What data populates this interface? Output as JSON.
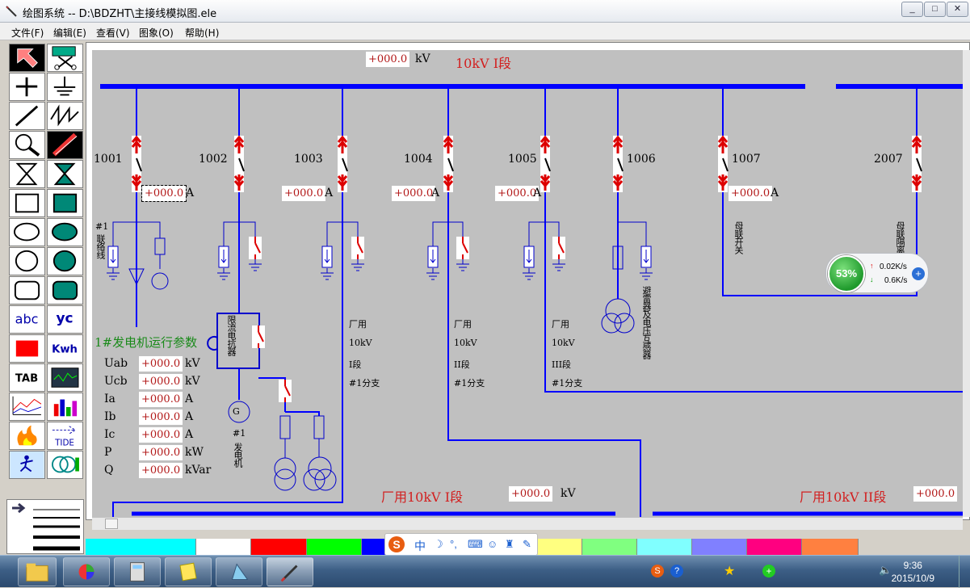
{
  "window": {
    "title": "绘图系统 -- D:\\BDZHT\\主接线模拟图.ele",
    "min": "_",
    "max": "□",
    "close": "✕"
  },
  "menu": [
    "文件(F)",
    "编辑(E)",
    "查看(V)",
    "图象(O)",
    "帮助(H)"
  ],
  "tools": [
    "pointer",
    "cut",
    "cross",
    "ground",
    "line",
    "zigzag",
    "zoom",
    "pen",
    "hourglass-outline",
    "hourglass-filled",
    "rect",
    "rect-filled",
    "ellipse",
    "ellipse-filled",
    "circle",
    "circle-filled",
    "rounded-rect",
    "rounded-rect-filled",
    "abc",
    "yc",
    "red-fill",
    "Kwh",
    "TAB",
    "scope",
    "trend",
    "bar-chart",
    "fire",
    "TIDE",
    "run",
    "transformer-set"
  ],
  "tool_text": {
    "abc": "abc",
    "yc": "yc",
    "kwh": "Kwh",
    "tab": "TAB",
    "tide": "TIDE"
  },
  "diagram": {
    "bus1": {
      "kv": "+000.0",
      "unit": "kV",
      "label": "10kV I段"
    },
    "bays": [
      {
        "id": "1001",
        "amp": "+000.0",
        "unit": "A",
        "line1": "#1",
        "line2": "联络线"
      },
      {
        "id": "1002",
        "amp": "+000.0",
        "unit": "A",
        "line1": "#1",
        "line2": "发电机"
      },
      {
        "id": "1003",
        "amp": "+000.0",
        "unit": "A",
        "l1": "厂用",
        "l2": "10kV",
        "l3": "I段",
        "l4": "#1分支"
      },
      {
        "id": "1004",
        "amp": "+000.0",
        "unit": "A",
        "l1": "厂用",
        "l2": "10kV",
        "l3": "II段",
        "l4": "#1分支"
      },
      {
        "id": "1005",
        "amp": "+000.0",
        "unit": "A",
        "l1": "厂用",
        "l2": "10kV",
        "l3": "III段",
        "l4": "#1分支"
      },
      {
        "id": "1006",
        "label": "避雷器及电压互感器"
      },
      {
        "id": "1007",
        "amp": "+000.0",
        "unit": "A",
        "label": "母联开关"
      },
      {
        "id": "2007",
        "label": "母联隔离"
      }
    ],
    "reactor_label": "限流电抗器",
    "gen_symbol": "G",
    "gen_params": {
      "title": "1#发电机运行参数",
      "rows": [
        {
          "name": "Uab",
          "value": "+000.0",
          "unit": "kV"
        },
        {
          "name": "Ucb",
          "value": "+000.0",
          "unit": "kV"
        },
        {
          "name": "Ia",
          "value": "+000.0",
          "unit": "A"
        },
        {
          "name": "Ib",
          "value": "+000.0",
          "unit": "A"
        },
        {
          "name": "Ic",
          "value": "+000.0",
          "unit": "A"
        },
        {
          "name": "P",
          "value": "+000.0",
          "unit": "kW"
        },
        {
          "name": "Q",
          "value": "+000.0",
          "unit": "kVar"
        }
      ]
    },
    "aux_bus1": {
      "label": "厂用10kV I段",
      "kv": "+000.0",
      "unit": "kV"
    },
    "aux_bus2": {
      "label": "厂用10kV II段",
      "kv": "+000.0"
    }
  },
  "net_widget": {
    "percent": "53%",
    "up": "0.02K/s",
    "down": "0.6K/s"
  },
  "ime": {
    "label": "中"
  },
  "palette": [
    "#00ffff",
    "#ffffff",
    "#ff0000",
    "#00ff00",
    "#0000ff",
    "#ff00ff",
    "#c0c0c0",
    "#ffff80",
    "#80ff80",
    "#80ffff",
    "#8080ff",
    "#ff0080",
    "#ff8040"
  ],
  "taskbar": {
    "time": "9:36",
    "date": "2015/10/9"
  },
  "colors": {
    "bus": "#0000ff",
    "breaker": "#dd0000",
    "canvas": "#c0c0c0",
    "label_red": "#d21f1f",
    "label_green": "#1a8a1a"
  }
}
